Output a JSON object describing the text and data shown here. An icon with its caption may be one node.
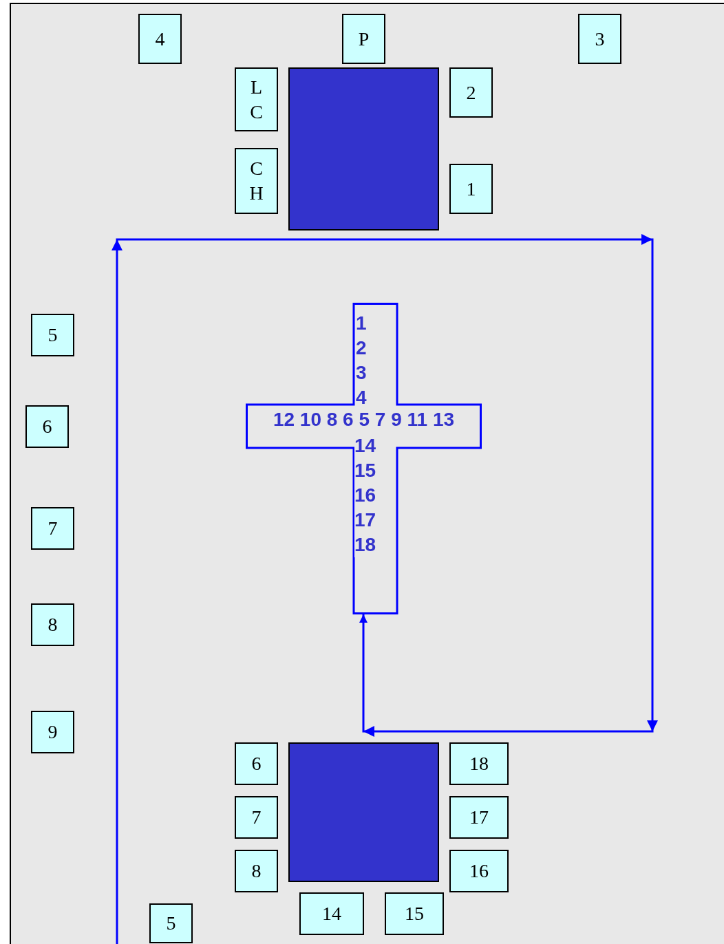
{
  "diagram": {
    "nodes": [
      {
        "text": [
          "4"
        ]
      },
      {
        "text": [
          "P"
        ]
      },
      {
        "text": [
          "3"
        ]
      },
      {
        "text": [
          "L C"
        ]
      },
      {
        "text": [],
        "shape": "box"
      },
      {
        "text": [
          "2"
        ]
      },
      {
        "text": [
          "C H"
        ]
      },
      {
        "text": [
          "1"
        ]
      },
      {
        "text": [
          "1 2 3 4",
          "12 10 8 6 5 7 9 11 13",
          "14 15 16 17 18"
        ]
      },
      {
        "text": [
          "5"
        ]
      },
      {
        "text": [
          "6"
        ]
      },
      {
        "text": [
          "7"
        ]
      },
      {
        "text": [
          "8"
        ]
      },
      {
        "text": [
          "9"
        ]
      },
      {
        "text": [
          "6"
        ]
      },
      {
        "text": [],
        "shape": "box"
      },
      {
        "text": [
          "18"
        ]
      },
      {
        "text": [
          "7"
        ]
      },
      {
        "text": [
          "17"
        ]
      },
      {
        "text": [
          "8"
        ]
      },
      {
        "text": [
          "16"
        ]
      },
      {
        "text": [
          "14"
        ]
      },
      {
        "text": [
          "15"
        ]
      },
      {
        "text": [
          "5"
        ]
      }
    ],
    "edges": [
      {
        "from": null,
        "to": 8,
        "arrow": "to"
      }
    ]
  }
}
